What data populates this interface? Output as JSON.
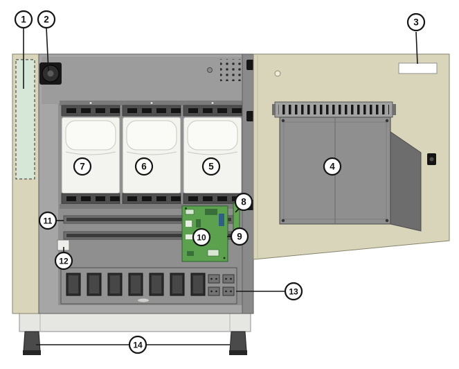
{
  "callouts": [
    {
      "label": "1"
    },
    {
      "label": "2"
    },
    {
      "label": "3"
    },
    {
      "label": "4"
    },
    {
      "label": "5"
    },
    {
      "label": "6"
    },
    {
      "label": "7"
    },
    {
      "label": "8"
    },
    {
      "label": "9"
    },
    {
      "label": "10"
    },
    {
      "label": "11"
    },
    {
      "label": "12"
    },
    {
      "label": "13"
    },
    {
      "label": "14"
    }
  ],
  "colors": {
    "panel_beige": "#d9d5bb",
    "cabinet_gray": "#a6a6a6",
    "inner_gray": "#8f8f8f",
    "dark_slot": "#141414",
    "module_white": "#f3f3f0",
    "pcb_green": "#5ca14e",
    "marking_green": "#d7e7d7",
    "leader_black": "#161616",
    "background": "#ffffff"
  }
}
